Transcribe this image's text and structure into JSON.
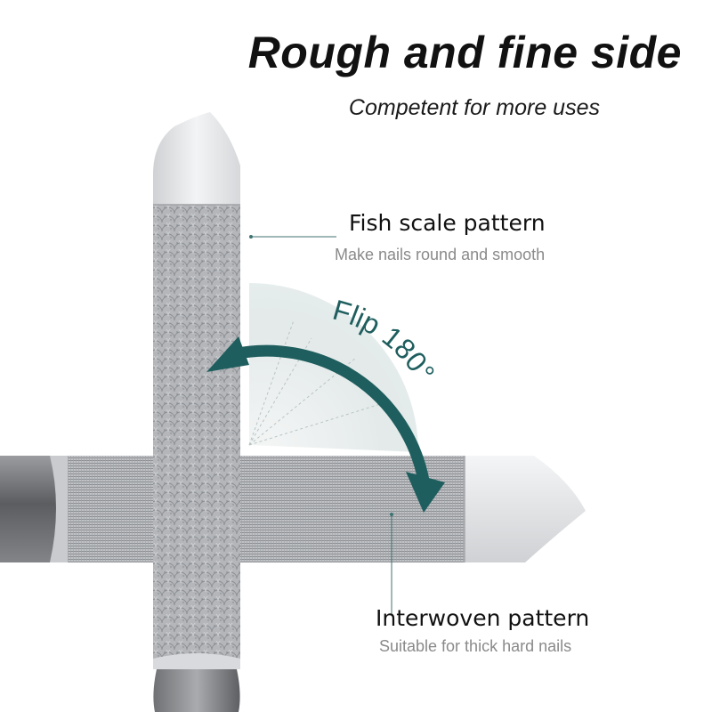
{
  "header": {
    "title": "Rough and fine side",
    "subtitle": "Competent for more uses"
  },
  "callouts": {
    "fish_scale": {
      "title": "Fish scale pattern",
      "description": "Make nails round and smooth"
    },
    "interwoven": {
      "title": "Interwoven pattern",
      "description": "Suitable for thick hard nails"
    }
  },
  "flip": {
    "label": "Flip 180°"
  },
  "colors": {
    "accent": "#1f5e5e",
    "leader_line": "#3f7272",
    "metal_dark": "#6a6c6f",
    "metal_light": "#e4e5e7"
  }
}
